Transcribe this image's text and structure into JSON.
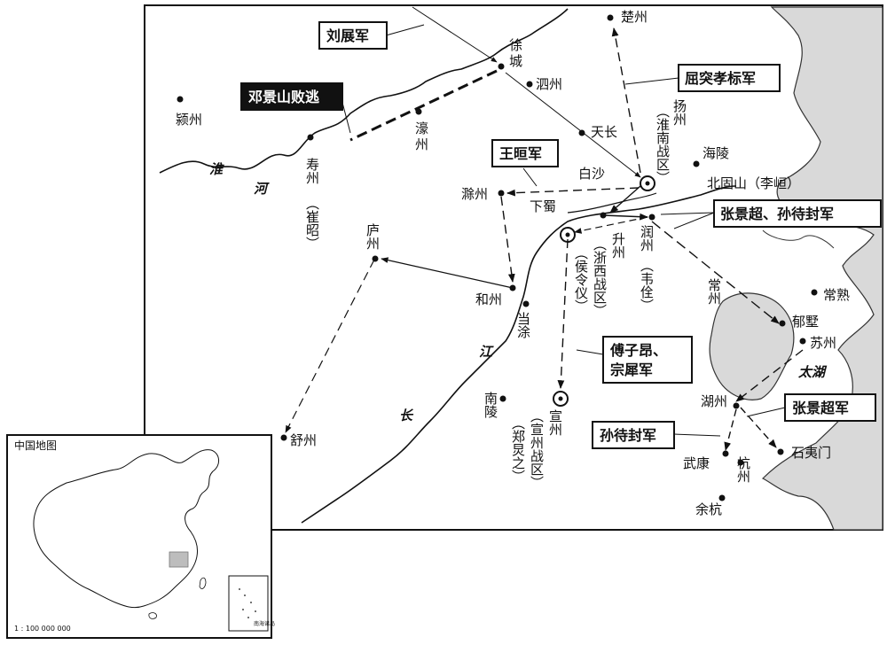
{
  "inset": {
    "title": "中国地图",
    "scale": "1 : 100 000 000",
    "south_sea_label": "南海诸岛"
  },
  "armies": {
    "liu_zhan": "刘展军",
    "deng_jingshan": "邓景山败逃",
    "qu_tu_xiaobiao": "屈突孝标军",
    "wang_xuan": "王晅军",
    "zhang_sun": "张景超、孙待封军",
    "fu_zong_line1": "傅子昂、",
    "fu_zong_line2": "宗犀军",
    "zhang_jingchao": "张景超军",
    "sun_daifeng": "孙待封军"
  },
  "places": {
    "xucheng_1": "徐",
    "xucheng_2": "城",
    "sizhou": "泗州",
    "chuzhou_north": "楚州",
    "yingzhou": "颍州",
    "haozhou_1": "濠",
    "haozhou_2": "州",
    "shouzhou": "寿州",
    "cui_zhao": "（崔昭）",
    "tianchang": "天长",
    "yangzhou": "扬州",
    "huainan": "（淮南战区）",
    "hailing": "海陵",
    "baisha": "白沙",
    "beigushan": "北固山（李峘）",
    "chuzhou": "滁州",
    "xiashu": "下蜀",
    "shengzhou": "升州",
    "zhexi": "（浙西战区）",
    "hou_lingyi": "（侯令仪）",
    "runzhou": "润州",
    "wei_quan": "（韦佺）",
    "luzhou": "庐州",
    "hezhou": "和州",
    "dangtu": "当涂",
    "changzhou": "常州",
    "changshu": "常熟",
    "yushu": "郁墅",
    "suzhou": "苏州",
    "taihu": "太湖",
    "nanling": "南陵",
    "xuanzhou": "宣州",
    "xuanzhou_zone": "（宣州战区）",
    "zheng_lingzhi": "（郑炅之）",
    "huzhou": "湖州",
    "shuzhou": "舒州",
    "wukang": "武康",
    "hangzhou": "杭州",
    "shiyimen": "石夷门",
    "yuhang": "余杭"
  },
  "rivers": {
    "huai_1": "淮",
    "huai_2": "河",
    "jiang_1": "江",
    "jiang_2": "长"
  }
}
